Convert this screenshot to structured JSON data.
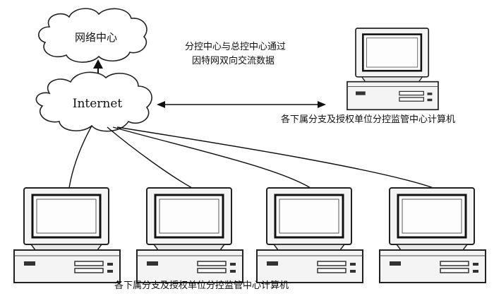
{
  "clouds": {
    "top_label": "网络中心",
    "internet_label": "Internet"
  },
  "labels": {
    "exchange_line1": "分控中心与总控中心通过",
    "exchange_line2": "因特网双向交流数据",
    "right_computer_caption": "各下属分支及授权单位分控监管中心计算机",
    "bottom_caption": "各下属分支及授权单位分控监管中心计算机"
  },
  "icons": [
    "cloud-icon",
    "computer-icon",
    "arrow-icon"
  ]
}
